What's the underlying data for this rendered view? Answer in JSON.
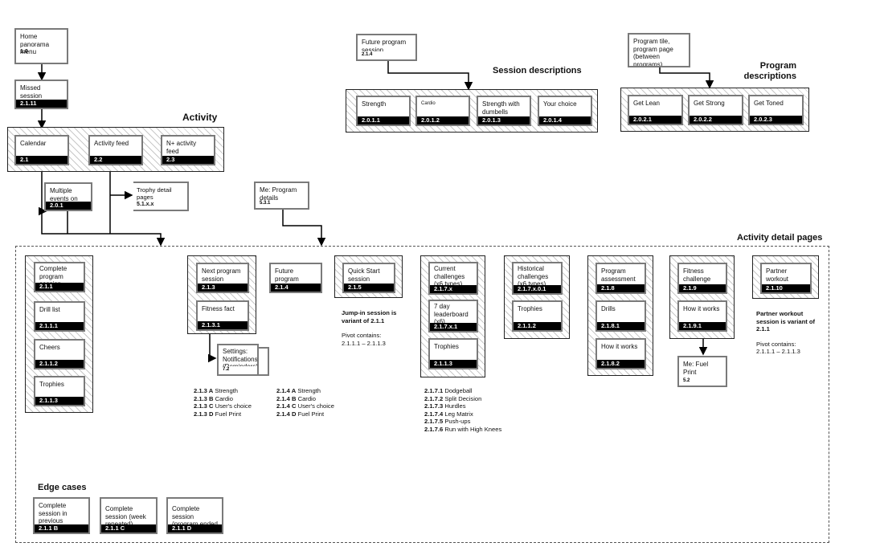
{
  "titles": {
    "activity": "Activity",
    "session_descriptions": "Session descriptions",
    "program_descriptions": "Program descriptions",
    "activity_detail_pages": "Activity detail pages",
    "edge_cases": "Edge cases"
  },
  "nodes": {
    "home_panorama": {
      "label": "Home panorama menu",
      "id": "1.0"
    },
    "missed_session": {
      "label": "Missed session (Conditional)",
      "id": "2.1.11"
    },
    "calendar": {
      "label": "Calendar",
      "id": "2.1"
    },
    "activity_feed": {
      "label": "Activity feed",
      "id": "2.2"
    },
    "n_activity_feed": {
      "label": "N+ activity feed",
      "id": "2.3"
    },
    "multiple_events": {
      "label": "Multiple events on one date",
      "id": "2.0.1"
    },
    "trophy_detail": {
      "label": "Trophy detail pages",
      "id": "5.1.x.x"
    },
    "me_program_details": {
      "label": "Me: Program details",
      "id": "5.3.1"
    },
    "future_program_top": {
      "label": "Future program session",
      "id": "2.1.4"
    },
    "strength": {
      "label": "Strength",
      "id": "2.0.1.1"
    },
    "cardio": {
      "label": "Cardio",
      "id": "2.0.1.2"
    },
    "strength_dumbells": {
      "label": "Strength with dumbells",
      "id": "2.0.1.3"
    },
    "your_choice": {
      "label": "Your choice",
      "id": "2.0.1.4"
    },
    "program_tile": {
      "label": "Program tile, program page (between programs)",
      "id": ""
    },
    "get_lean": {
      "label": "Get Lean",
      "id": "2.0.2.1"
    },
    "get_strong": {
      "label": "Get Strong",
      "id": "2.0.2.2"
    },
    "get_toned": {
      "label": "Get Toned",
      "id": "2.0.2.3"
    },
    "complete_program_session": {
      "label": "Complete program session",
      "id": "2.1.1"
    },
    "drill_list": {
      "label": "Drill list",
      "id": "2.1.1.1"
    },
    "cheers": {
      "label": "Cheers",
      "id": "2.1.1.2"
    },
    "trophies_a": {
      "label": "Trophies",
      "id": "2.1.1.3"
    },
    "next_program_session": {
      "label": "Next program session",
      "id": "2.1.3"
    },
    "fitness_fact": {
      "label": "Fitness fact",
      "id": "2.1.3.1"
    },
    "settings_notifications": {
      "label": "Settings: Notifications (Reminders)",
      "id": "7.2"
    },
    "future_program_session": {
      "label": "Future program session",
      "id": "2.1.4"
    },
    "quick_start": {
      "label": "Quick Start session",
      "id": "2.1.5"
    },
    "current_challenges": {
      "label": "Current challenges (x6 types)",
      "id": "2.1.7.x"
    },
    "leaderboard": {
      "label": "7 day leaderboard (x6)",
      "id": "2.1.7.x.1"
    },
    "trophies_b": {
      "label": "Trophies",
      "id": "2.1.1.3"
    },
    "historical_challenges": {
      "label": "Historical challenges (x6 types)",
      "id": "2.1.7.x.0.1"
    },
    "trophies_c": {
      "label": "Trophies",
      "id": "2.1.1.2"
    },
    "program_assessment": {
      "label": "Program assessment",
      "id": "2.1.8"
    },
    "drills": {
      "label": "Drills",
      "id": "2.1.8.1"
    },
    "how_it_works_a": {
      "label": "How it works",
      "id": "2.1.8.2"
    },
    "fitness_challenge": {
      "label": "Fitness challenge",
      "id": "2.1.9"
    },
    "how_it_works_b": {
      "label": "How it works",
      "id": "2.1.9.1"
    },
    "me_fuel_print": {
      "label": "Me: Fuel Print",
      "id": "5.2"
    },
    "partner_workout": {
      "label": "Partner workout",
      "id": "2.1.10"
    },
    "edge_previous_program": {
      "label": "Complete session in previous program",
      "id": "2.1.1 B"
    },
    "edge_week_repeated": {
      "label": "Complete session (week repeated)",
      "id": "2.1.1 C"
    },
    "edge_program_ended": {
      "label": "Complete session (program ended early)",
      "id": "2.1.1 D"
    }
  },
  "notes": {
    "next_variants": [
      {
        "code": "2.1.3 A",
        "text": "Strength"
      },
      {
        "code": "2.1.3 B",
        "text": "Cardio"
      },
      {
        "code": "2.1.3 C",
        "text": "User's choice"
      },
      {
        "code": "2.1.3 D",
        "text": "Fuel Print"
      }
    ],
    "future_variants": [
      {
        "code": "2.1.4 A",
        "text": "Strength"
      },
      {
        "code": "2.1.4 B",
        "text": "Cardio"
      },
      {
        "code": "2.1.4 C",
        "text": "User's choice"
      },
      {
        "code": "2.1.4 D",
        "text": "Fuel Print"
      }
    ],
    "challenge_list": [
      {
        "code": "2.1.7.1",
        "text": "Dodgeball"
      },
      {
        "code": "2.1.7.2",
        "text": "Split Decision"
      },
      {
        "code": "2.1.7.3",
        "text": "Hurdles"
      },
      {
        "code": "2.1.7.4",
        "text": "Leg Matrix"
      },
      {
        "code": "2.1.7.5",
        "text": "Push-ups"
      },
      {
        "code": "2.1.7.6",
        "text": "Run with High Knees"
      }
    ],
    "jump_in": {
      "heading_1": "Jump-in session is",
      "heading_2": "variant of 2.1.1",
      "pivot_1": "Pivot contains:",
      "pivot_2": "2.1.1.1 – 2.1.1.3"
    },
    "partner": {
      "heading_1": "Partner workout",
      "heading_2": "session is variant of",
      "heading_3": "2.1.1",
      "pivot_1": "Pivot contains:",
      "pivot_2": "2.1.1.1 – 2.1.1.3"
    }
  }
}
